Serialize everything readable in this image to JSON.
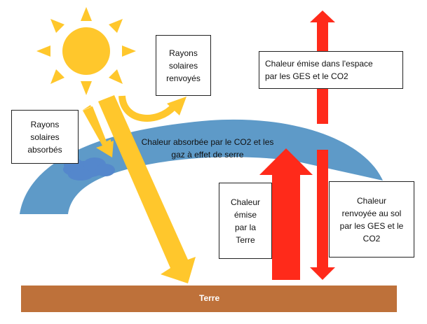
{
  "title": "Effet de serre",
  "colors": {
    "sun": "#FFC72C",
    "atmosphere": "#5E9AC8",
    "cloud": "#5487CC",
    "heat_arrow": "#FF2A1A",
    "earth": "#BE713A",
    "box_border": "#222222"
  },
  "labels": {
    "solar_reflected": [
      "Rayons",
      "solaires",
      "renvoyés"
    ],
    "solar_absorbed": [
      "Rayons",
      "solaires",
      "absorbés"
    ],
    "heat_space": [
      "Chaleur émise dans l'espace",
      "par les GES et le CO2"
    ],
    "heat_absorbed": [
      "Chaleur absorbée par le CO2 et les",
      "gaz à effet de serre"
    ],
    "heat_emitted_earth": [
      "Chaleur",
      "émise",
      "par la",
      "Terre"
    ],
    "heat_returned": [
      "Chaleur",
      "renvoyée au sol",
      "par les GES et le",
      "CO2"
    ],
    "earth": "Terre"
  }
}
